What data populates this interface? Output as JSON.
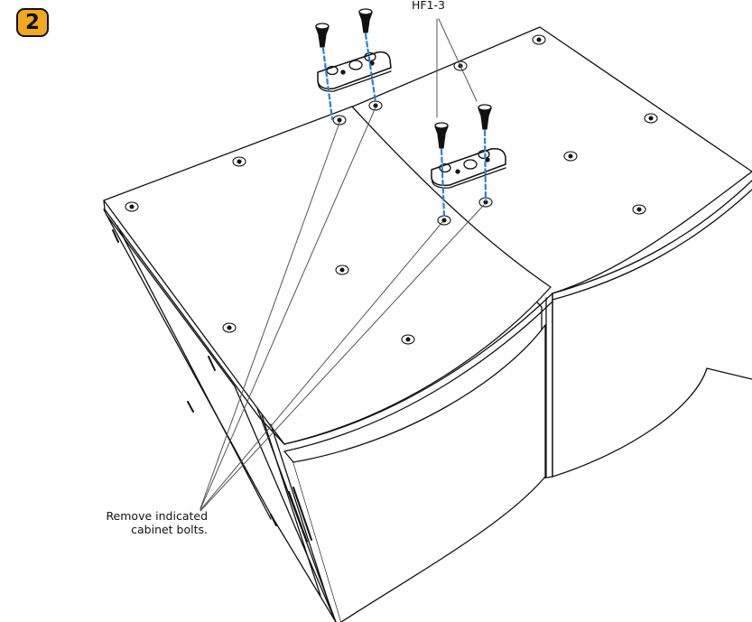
{
  "step": {
    "number": "2"
  },
  "callout": {
    "part_label": "HF1-3"
  },
  "instruction": {
    "line1": "Remove indicated",
    "line2": "cabinet bolts."
  },
  "colors": {
    "badge": "#f4a81d",
    "dashed_guide": "#2a7fd6",
    "line": "#111111"
  },
  "icons": {
    "bolt": "flat-head-screw-icon",
    "plate": "link-plate-icon"
  }
}
